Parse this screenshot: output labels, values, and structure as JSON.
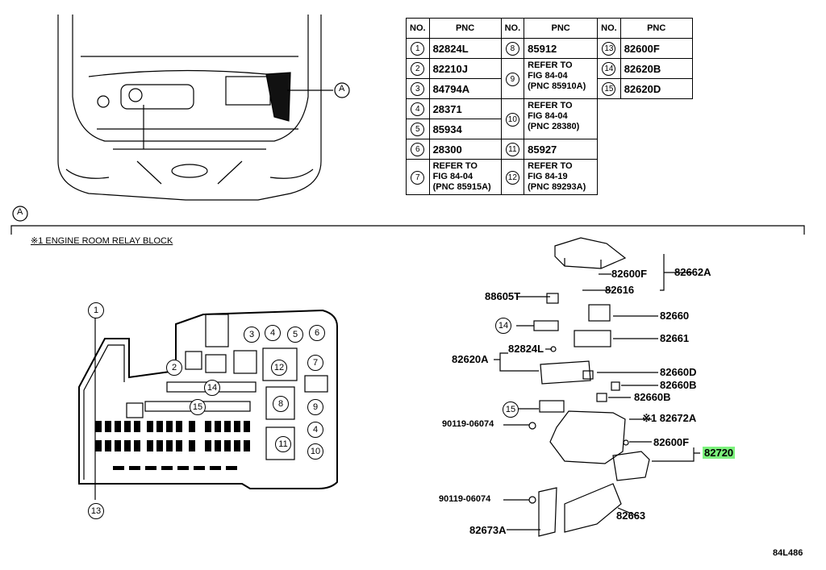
{
  "table": {
    "headers": [
      "NO.",
      "PNC",
      "NO.",
      "PNC",
      "NO.",
      "PNC"
    ],
    "col1": [
      {
        "no": "1",
        "pnc": "82824L"
      },
      {
        "no": "2",
        "pnc": "82210J"
      },
      {
        "no": "3",
        "pnc": "84794A"
      },
      {
        "no": "4",
        "pnc": "28371"
      },
      {
        "no": "5",
        "pnc": "85934"
      },
      {
        "no": "6",
        "pnc": "28300"
      },
      {
        "no": "7",
        "pnc": "REFER TO\nFIG 84-04\n(PNC 85915A)"
      }
    ],
    "col2": [
      {
        "no": "8",
        "pnc": "85912"
      },
      {
        "no": "9",
        "pnc": "REFER TO\nFIG 84-04\n(PNC 85910A)"
      },
      {
        "no": "10",
        "pnc": "REFER TO\nFIG 84-04\n(PNC 28380)"
      },
      {
        "no": "11",
        "pnc": "85927"
      },
      {
        "no": "12",
        "pnc": "REFER TO\nFIG 84-19\n(PNC 89293A)"
      }
    ],
    "col3": [
      {
        "no": "13",
        "pnc": "82600F"
      },
      {
        "no": "14",
        "pnc": "82620B"
      },
      {
        "no": "15",
        "pnc": "82620D"
      }
    ]
  },
  "callout_a": "A",
  "section_a": "A",
  "relay_block_title": "※1 ENGINE ROOM RELAY BLOCK",
  "parts": {
    "p82662A": "82662A",
    "p82600F_top": "82600F",
    "p82616": "82616",
    "p88605T": "88605T",
    "p82660": "82660",
    "p82661": "82661",
    "p82824L": "82824L",
    "p82620A": "82620A",
    "p82660D": "82660D",
    "p82660B_1": "82660B",
    "p82660B_2": "82660B",
    "p82672A": "※1 82672A",
    "p90119_1": "90119-06074",
    "p82600F_bot": "82600F",
    "p82720": "82720",
    "p90119_2": "90119-06074",
    "p82663": "82663",
    "p82673A": "82673A"
  },
  "fig_code": "84L486",
  "colors": {
    "highlight": "#7cf27c"
  }
}
